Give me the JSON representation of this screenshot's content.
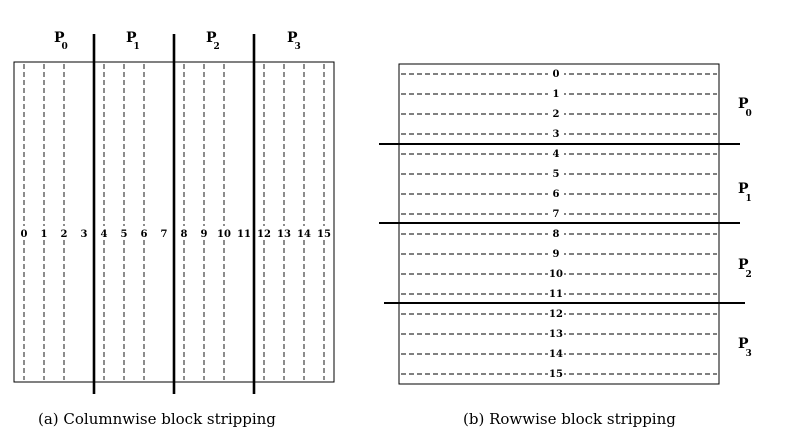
{
  "columnwise": {
    "caption": "(a) Columnwise block stripping",
    "indices": [
      "0",
      "1",
      "2",
      "3",
      "4",
      "5",
      "6",
      "7",
      "8",
      "9",
      "10",
      "11",
      "12",
      "13",
      "14",
      "15"
    ],
    "processors": [
      {
        "letter": "P",
        "sub": "0"
      },
      {
        "letter": "P",
        "sub": "1"
      },
      {
        "letter": "P",
        "sub": "2"
      },
      {
        "letter": "P",
        "sub": "3"
      }
    ]
  },
  "rowwise": {
    "caption": "(b) Rowwise block stripping",
    "indices": [
      "0",
      "1",
      "2",
      "3",
      "4",
      "5",
      "6",
      "7",
      "8",
      "9",
      "10",
      "11",
      "12",
      "13",
      "14",
      "15"
    ],
    "processors": [
      {
        "letter": "P",
        "sub": "0"
      },
      {
        "letter": "P",
        "sub": "1"
      },
      {
        "letter": "P",
        "sub": "2"
      },
      {
        "letter": "P",
        "sub": "3"
      }
    ]
  }
}
